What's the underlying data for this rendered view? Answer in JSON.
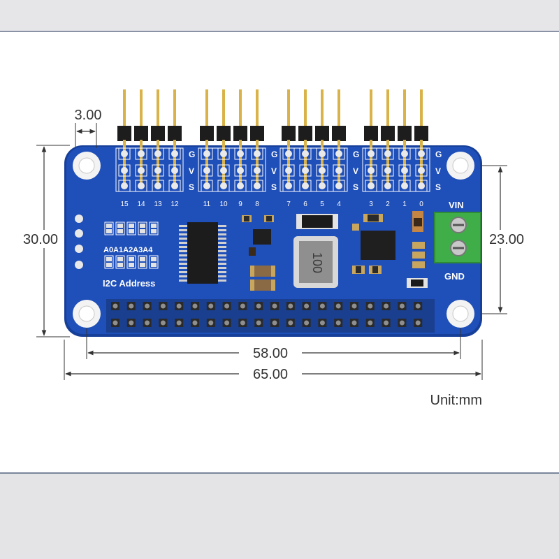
{
  "dimensions": {
    "hole_diameter": "3.00",
    "board_height": "30.00",
    "hole_spacing_vertical": "23.00",
    "hole_spacing_horizontal": "58.00",
    "board_width": "65.00",
    "unit": "Unit:mm"
  },
  "board": {
    "channel_letters": [
      "G",
      "V",
      "S"
    ],
    "channel_groups": [
      [
        "15",
        "14",
        "13",
        "12"
      ],
      [
        "11",
        "10",
        "9",
        "8"
      ],
      [
        "7",
        "6",
        "5",
        "4"
      ],
      [
        "3",
        "2",
        "1",
        "0"
      ]
    ],
    "address_pins": [
      "A0",
      "A1",
      "A2",
      "A3",
      "A4"
    ],
    "address_label": "I2C Address",
    "power_in_label": "VIN",
    "ground_label": "GND",
    "inductor_marking": "100"
  },
  "colors": {
    "pcb": "#1f4fb8",
    "pcb_edge": "#163f99",
    "terminal_block": "#3fae49",
    "silkscreen": "#ffffff",
    "header_pin": "#d9b34a"
  }
}
